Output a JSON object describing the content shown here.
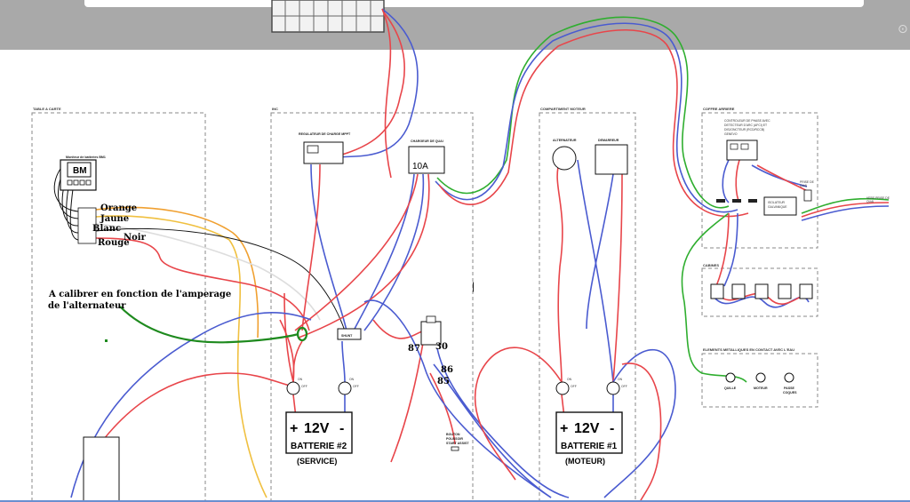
{
  "sections": {
    "table": "TABLE A CARTE",
    "inc": "INC",
    "moteur": "COMPARTIMENT MOTEUR",
    "coffre": "COFFRE ARRIERE",
    "cabines": "CABINES",
    "elements": "ELEMENTS METALLIQUES EN CONTACT AVEC L'EAU"
  },
  "components": {
    "monitor_title": "Moniteur de batteries BM1",
    "bm": "BM",
    "regulateur": "REGULATEUR DE CHARGE MPPT",
    "chargeur": "CHARGEUR DE QUAI",
    "chargeur_rating": "10A",
    "alternateur": "ALTERNATEUR",
    "demarreur": "DEMARREUR",
    "shunt": "SHUNT",
    "bouton": [
      "BOUTON",
      "POUSSOIR",
      "START ASSIST"
    ],
    "controleur": [
      "CONTROLEUR DE PHASE AVEC",
      "DETECTEUR D'ARC (AFCI) ET",
      "DISJONCTEUR (RCD/RCCB)",
      "GENEVO"
    ],
    "isolateur": [
      "ISOLATEUR",
      "GALVANIQUE"
    ],
    "prise": [
      "PRISE DE",
      "QUAI"
    ],
    "vers_quai": [
      "VERS PRISE DE",
      "QUAI"
    ],
    "quille": "QUILLE",
    "moteur": "MOTEUR",
    "passe": [
      "PASSE",
      "COQUES"
    ],
    "switch_on": "ON",
    "switch_off": "OFF"
  },
  "wire_labels": {
    "orange": "Orange",
    "jaune": "Jaune",
    "blanc": "Blanc",
    "noir": "Noir",
    "rouge": "Rouge"
  },
  "annotation": [
    "A calibrer en fonction de l'amperage",
    "de l'alternateur"
  ],
  "relay_pins": {
    "p87": "87",
    "p30": "30",
    "p86": "86",
    "p85": "85"
  },
  "batteries": {
    "service": {
      "voltage": "12V",
      "plus": "+",
      "minus": "-",
      "name": "BATTERIE #2",
      "sub": "(SERVICE)"
    },
    "moteur": {
      "voltage": "12V",
      "plus": "+",
      "minus": "-",
      "name": "BATTERIE #1",
      "sub": "(MOTEUR)"
    }
  },
  "ui": {
    "close_icon": "close-icon"
  },
  "colors": {
    "red": "#e8454a",
    "blue": "#4a5bd0",
    "green": "#2fae2f",
    "yellow": "#f0c040",
    "orange": "#f0a030"
  }
}
